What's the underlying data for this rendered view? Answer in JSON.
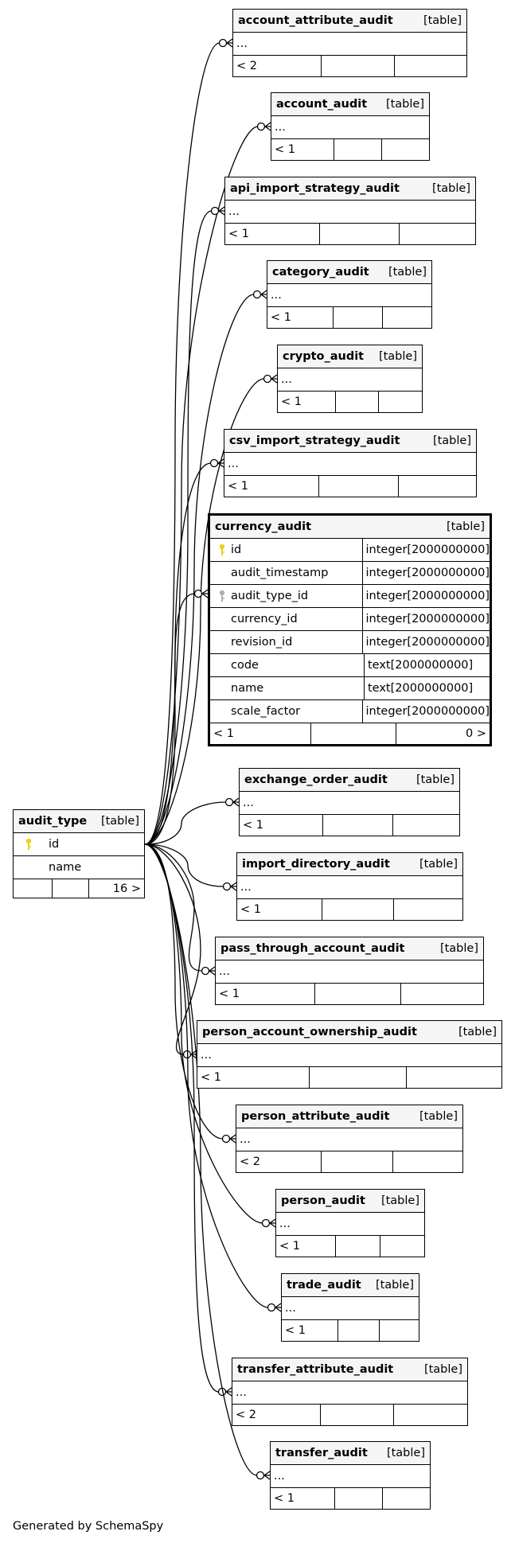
{
  "table_type_label": "[table]",
  "ellipsis": "...",
  "audit_type": {
    "name": "audit_type",
    "type_label": "[table]",
    "columns": [
      {
        "name": "id",
        "icon": "primary-key-icon"
      },
      {
        "name": "name",
        "icon": ""
      }
    ],
    "footer": [
      "",
      "",
      "16 >"
    ]
  },
  "currency_audit": {
    "name": "currency_audit",
    "type_label": "[table]",
    "columns": [
      {
        "name": "id",
        "type": "integer[2000000000]",
        "icon": "primary-key-icon"
      },
      {
        "name": "audit_timestamp",
        "type": "integer[2000000000]",
        "icon": ""
      },
      {
        "name": "audit_type_id",
        "type": "integer[2000000000]",
        "icon": "foreign-key-icon"
      },
      {
        "name": "currency_id",
        "type": "integer[2000000000]",
        "icon": ""
      },
      {
        "name": "revision_id",
        "type": "integer[2000000000]",
        "icon": ""
      },
      {
        "name": "code",
        "type": "text[2000000000]",
        "icon": ""
      },
      {
        "name": "name",
        "type": "text[2000000000]",
        "icon": ""
      },
      {
        "name": "scale_factor",
        "type": "integer[2000000000]",
        "icon": ""
      }
    ],
    "footer": [
      "< 1",
      "",
      "0 >"
    ]
  },
  "collapsed_tables": [
    {
      "name": "account_attribute_audit",
      "footer": "< 2"
    },
    {
      "name": "account_audit",
      "footer": "< 1"
    },
    {
      "name": "api_import_strategy_audit",
      "footer": "< 1"
    },
    {
      "name": "category_audit",
      "footer": "< 1"
    },
    {
      "name": "crypto_audit",
      "footer": "< 1"
    },
    {
      "name": "csv_import_strategy_audit",
      "footer": "< 1"
    },
    {
      "name": "exchange_order_audit",
      "footer": "< 1"
    },
    {
      "name": "import_directory_audit",
      "footer": "< 1"
    },
    {
      "name": "pass_through_account_audit",
      "footer": "< 1"
    },
    {
      "name": "person_account_ownership_audit",
      "footer": "< 1"
    },
    {
      "name": "person_attribute_audit",
      "footer": "< 2"
    },
    {
      "name": "person_audit",
      "footer": "< 1"
    },
    {
      "name": "trade_audit",
      "footer": "< 1"
    },
    {
      "name": "transfer_attribute_audit",
      "footer": "< 2"
    },
    {
      "name": "transfer_audit",
      "footer": "< 1"
    }
  ],
  "colors": {
    "key": "#e8d31a",
    "fk": "#b0b0b0",
    "header_bg": "#f5f5f5"
  },
  "generated_by": "Generated by SchemaSpy"
}
